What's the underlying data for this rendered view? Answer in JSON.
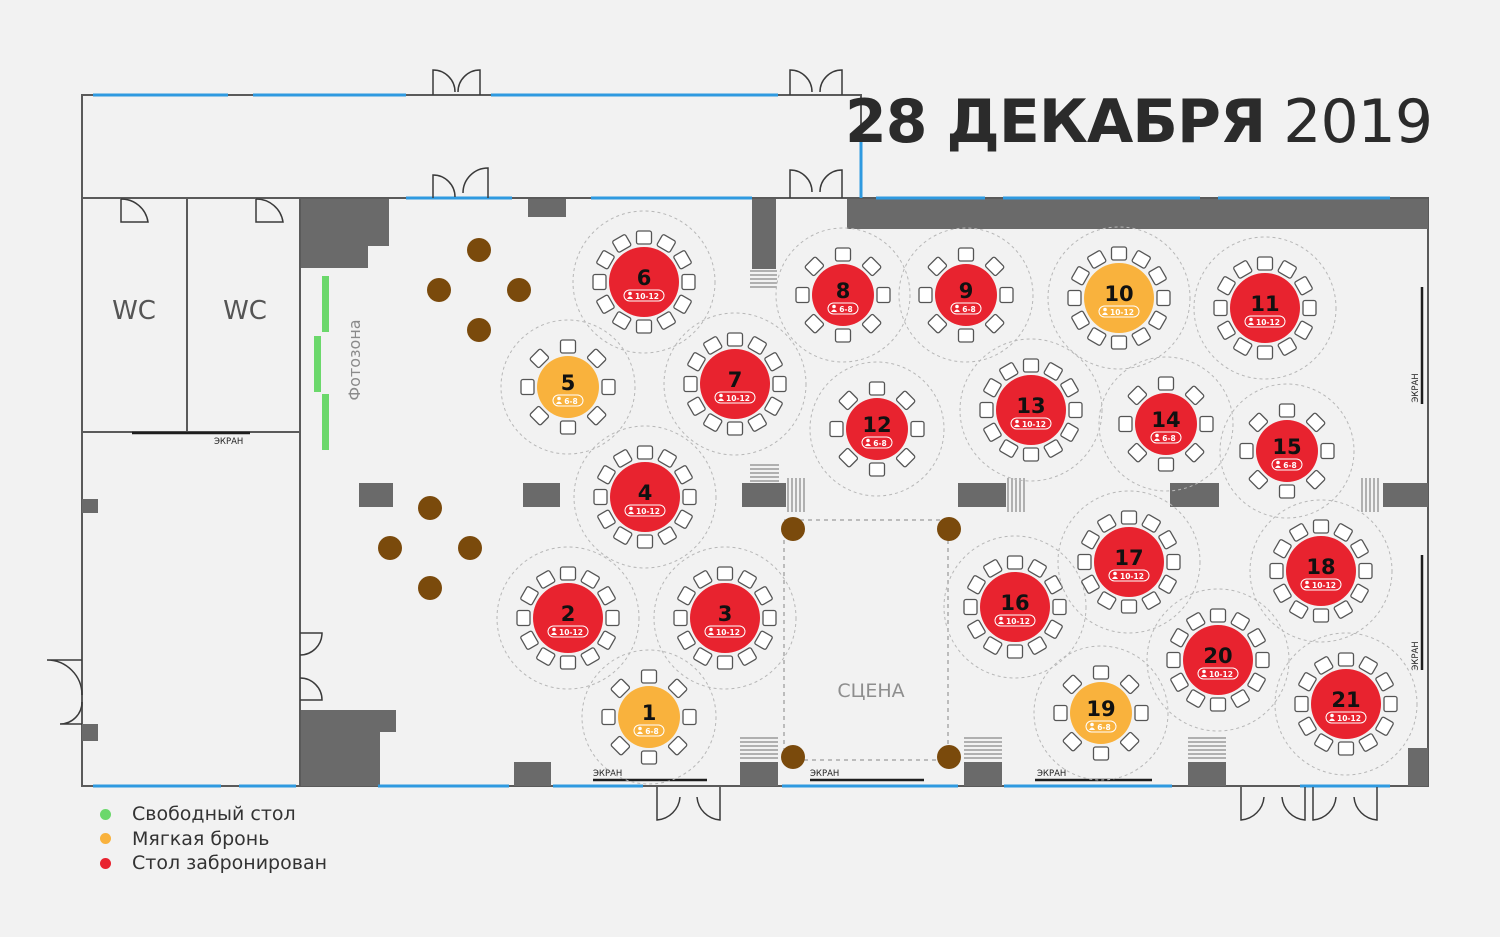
{
  "header": {
    "date_day": "28 ДЕКАБРЯ",
    "date_year": "2019"
  },
  "rooms": {
    "wc_left": "WC",
    "wc_right": "WC",
    "photozone": "Фотозона",
    "stage": "СЦЕНА",
    "screen": "ЭКРАН"
  },
  "colors": {
    "free": "#6bd86b",
    "soft": "#f9b23d",
    "booked": "#e8232f",
    "wall": "#6a6a6a",
    "window": "#2f9ae0",
    "pillar": "#7a4a0c",
    "floor": "#f2f2f2",
    "photozone": "#6bd86b"
  },
  "legend": [
    {
      "status": "free",
      "label": "Свободный стол"
    },
    {
      "status": "soft",
      "label": "Мягкая бронь"
    },
    {
      "status": "booked",
      "label": "Стол забронирован"
    }
  ],
  "tables": [
    {
      "number": "1",
      "capacity": "6-8",
      "status": "soft"
    },
    {
      "number": "2",
      "capacity": "10-12",
      "status": "booked"
    },
    {
      "number": "3",
      "capacity": "10-12",
      "status": "booked"
    },
    {
      "number": "4",
      "capacity": "10-12",
      "status": "booked"
    },
    {
      "number": "5",
      "capacity": "6-8",
      "status": "soft"
    },
    {
      "number": "6",
      "capacity": "10-12",
      "status": "booked"
    },
    {
      "number": "7",
      "capacity": "10-12",
      "status": "booked"
    },
    {
      "number": "8",
      "capacity": "6-8",
      "status": "booked"
    },
    {
      "number": "9",
      "capacity": "6-8",
      "status": "booked"
    },
    {
      "number": "10",
      "capacity": "10-12",
      "status": "soft"
    },
    {
      "number": "11",
      "capacity": "10-12",
      "status": "booked"
    },
    {
      "number": "12",
      "capacity": "6-8",
      "status": "booked"
    },
    {
      "number": "13",
      "capacity": "10-12",
      "status": "booked"
    },
    {
      "number": "14",
      "capacity": "6-8",
      "status": "booked"
    },
    {
      "number": "15",
      "capacity": "6-8",
      "status": "booked"
    },
    {
      "number": "16",
      "capacity": "10-12",
      "status": "booked"
    },
    {
      "number": "17",
      "capacity": "10-12",
      "status": "booked"
    },
    {
      "number": "18",
      "capacity": "10-12",
      "status": "booked"
    },
    {
      "number": "19",
      "capacity": "6-8",
      "status": "soft"
    },
    {
      "number": "20",
      "capacity": "10-12",
      "status": "booked"
    },
    {
      "number": "21",
      "capacity": "10-12",
      "status": "booked"
    }
  ]
}
